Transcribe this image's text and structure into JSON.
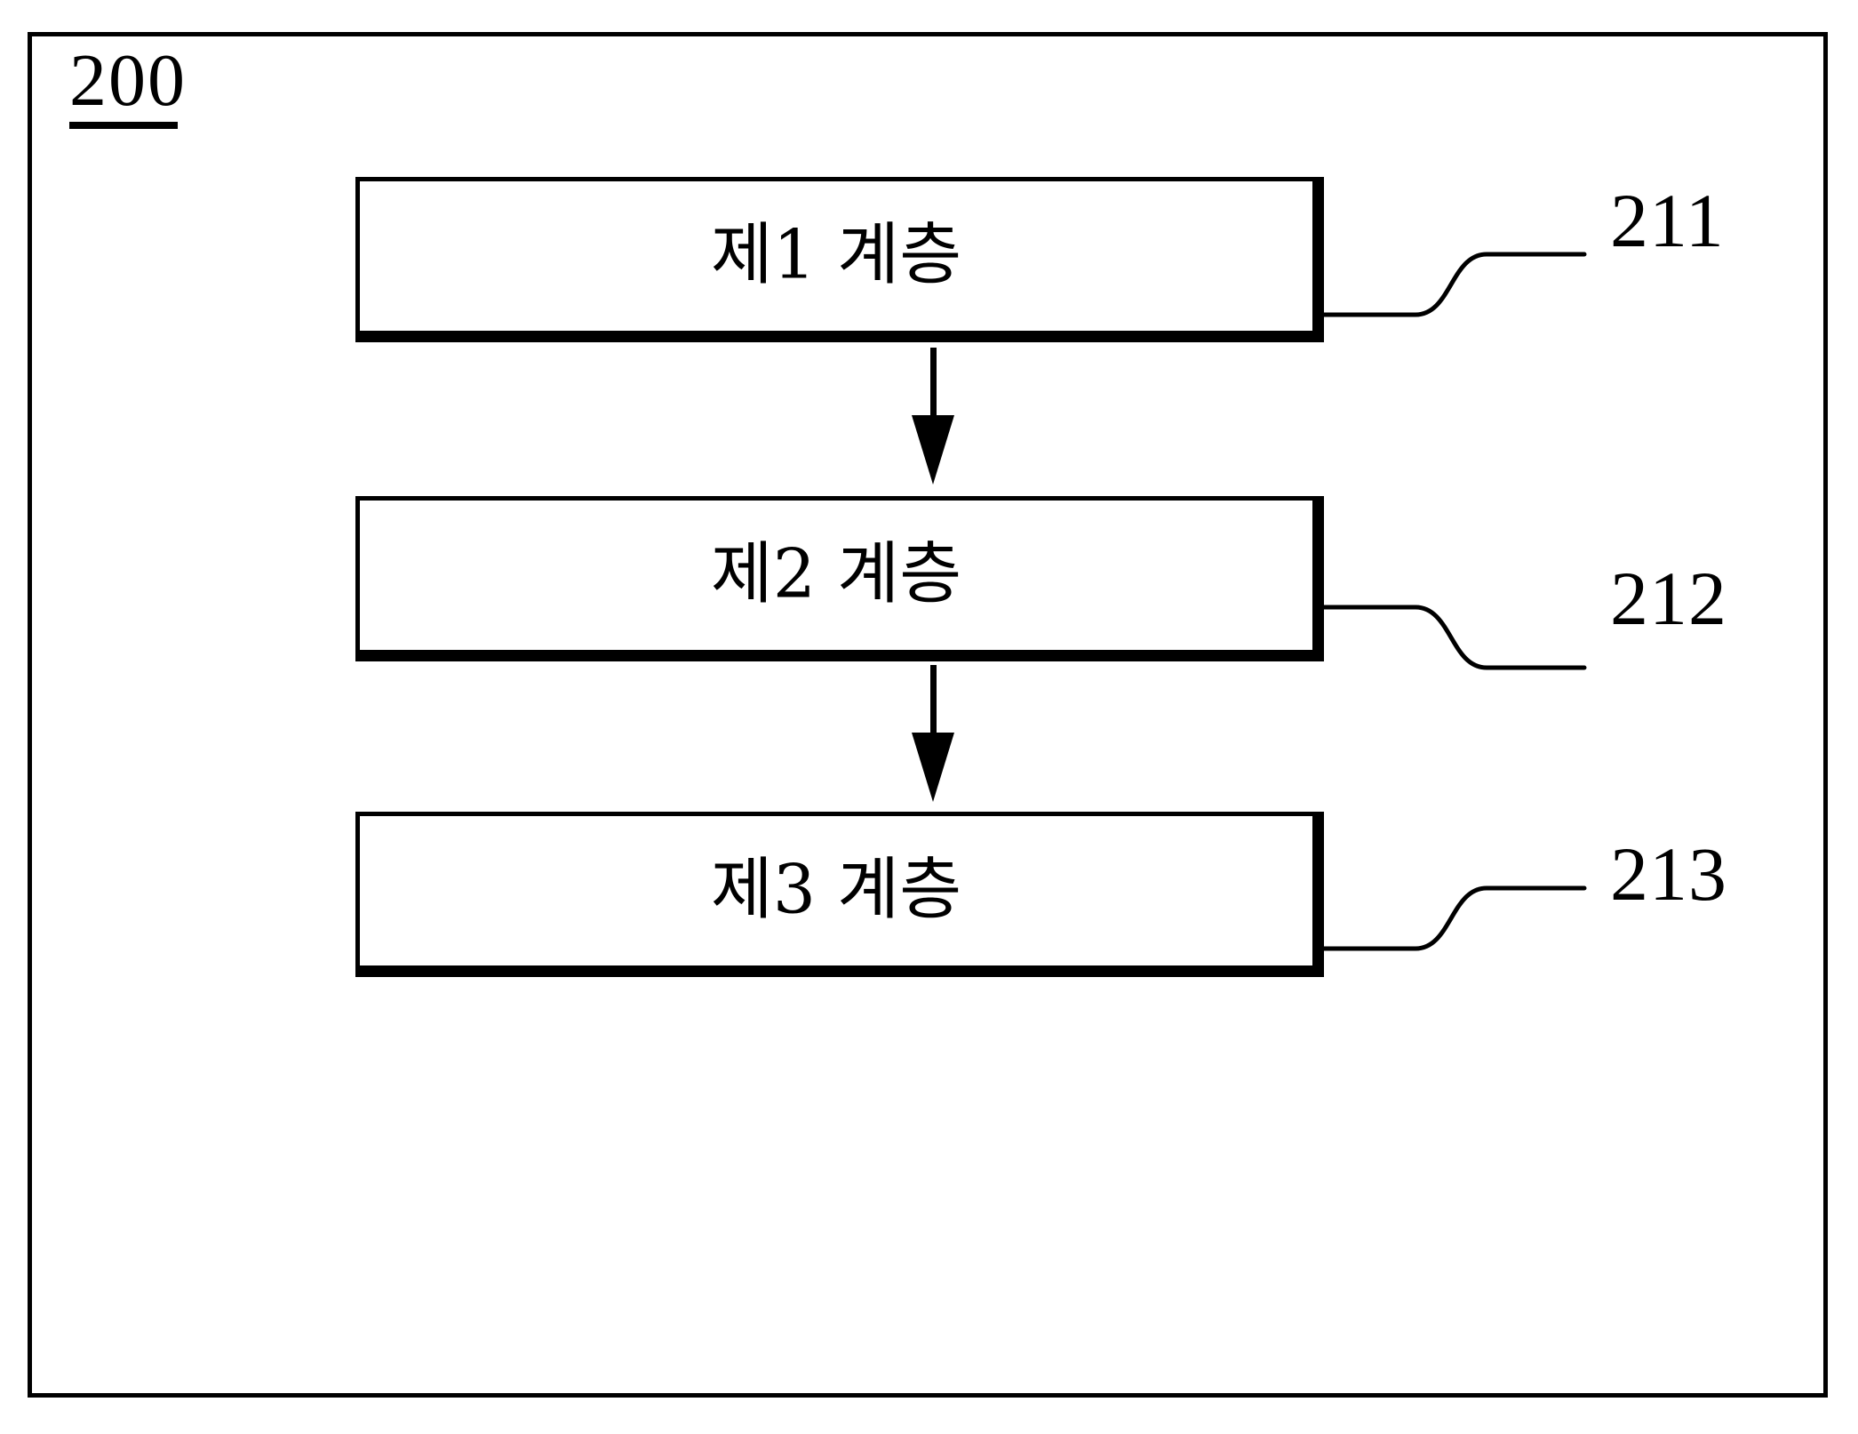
{
  "figure": {
    "number": "200",
    "number_underlined": true,
    "frame_color": "#000000",
    "background_color": "#ffffff"
  },
  "boxes": [
    {
      "id": "211",
      "label": "제1 계층",
      "ref": "211"
    },
    {
      "id": "212",
      "label": "제2 계층",
      "ref": "212"
    },
    {
      "id": "213",
      "label": "제3 계층",
      "ref": "213"
    }
  ],
  "connectors": [
    {
      "from": "211",
      "to": "212",
      "direction": "down",
      "arrowhead": "filled-triangle"
    },
    {
      "from": "212",
      "to": "213",
      "direction": "down",
      "arrowhead": "filled-triangle"
    }
  ],
  "leaders": [
    {
      "ref": "211",
      "shape": "s-curve-up"
    },
    {
      "ref": "212",
      "shape": "s-curve-down"
    },
    {
      "ref": "213",
      "shape": "s-curve-up"
    }
  ]
}
